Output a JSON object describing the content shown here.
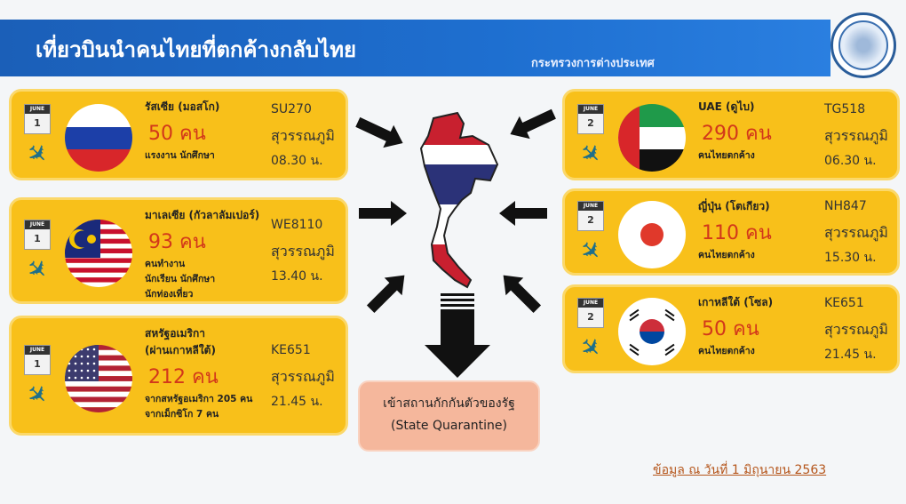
{
  "header": {
    "title": "เที่ยวบินนำคนไทยที่ตกค้างกลับไทย",
    "ministry": "กระทรวงการต่างประเทศ"
  },
  "flights": [
    {
      "month": "JUNE",
      "day": "1",
      "flag": "russia",
      "country": "รัสเซีย (มอสโก)",
      "count": "50 คน",
      "notes": [
        "แรงงาน นักศึกษา"
      ],
      "flight": "SU270",
      "airport": "สุวรรณภูมิ",
      "time": "08.30 น."
    },
    {
      "month": "JUNE",
      "day": "1",
      "flag": "malaysia",
      "country": "มาเลเซีย (กัวลาลัมเปอร์)",
      "count": "93 คน",
      "notes": [
        "คนทำงาน",
        "นักเรียน นักศึกษา",
        "นักท่องเที่ยว"
      ],
      "flight": "WE8110",
      "airport": "สุวรรณภูมิ",
      "time": "13.40 น."
    },
    {
      "month": "JUNE",
      "day": "1",
      "flag": "usa",
      "country": "สหรัฐอเมริกา",
      "country2": "(ผ่านเกาหลีใต้)",
      "count": "212 คน",
      "notes": [
        "จากสหรัฐอเมริกา 205 คน",
        "จากเม็กซิโก 7 คน"
      ],
      "flight": "KE651",
      "airport": "สุวรรณภูมิ",
      "time": "21.45 น."
    },
    {
      "month": "JUNE",
      "day": "2",
      "flag": "uae",
      "country": "UAE (ดูไบ)",
      "count": "290 คน",
      "notes": [
        "คนไทยตกค้าง"
      ],
      "flight": "TG518",
      "airport": "สุวรรณภูมิ",
      "time": "06.30 น."
    },
    {
      "month": "JUNE",
      "day": "2",
      "flag": "japan",
      "country": "ญี่ปุ่น (โตเกียว)",
      "count": "110 คน",
      "notes": [
        "คนไทยตกค้าง"
      ],
      "flight": "NH847",
      "airport": "สุวรรณภูมิ",
      "time": "15.30 น."
    },
    {
      "month": "JUNE",
      "day": "2",
      "flag": "korea",
      "country": "เกาหลีใต้ (โซล)",
      "count": "50 คน",
      "notes": [
        "คนไทยตกค้าง"
      ],
      "flight": "KE651",
      "airport": "สุวรรณภูมิ",
      "time": "21.45 น."
    }
  ],
  "quarantine": {
    "line1": "เข้าสถานกักกันตัวของรัฐ",
    "line2": "(State Quarantine)"
  },
  "footer": "ข้อมูล ณ วันที่ 1 มิถุนายน 2563",
  "colors": {
    "card": "#f8c01a",
    "count": "#d2371a",
    "header": "#1b5fb8",
    "quarantine": "#f5b79c"
  }
}
